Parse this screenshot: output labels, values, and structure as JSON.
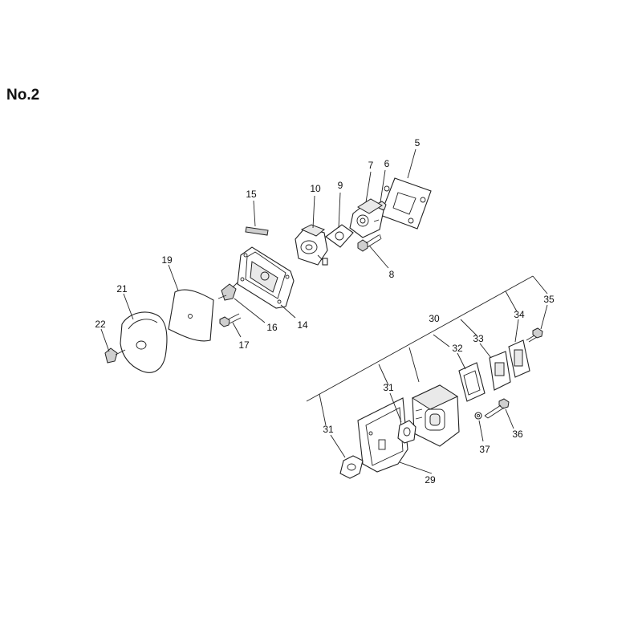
{
  "diagram": {
    "title": "No.2",
    "part_numbers": {
      "p5": "5",
      "p6": "6",
      "p7": "7",
      "p8": "8",
      "p9": "9",
      "p10": "10",
      "p14": "14",
      "p15": "15",
      "p16": "16",
      "p17": "17",
      "p19": "19",
      "p21": "21",
      "p22": "22",
      "p29": "29",
      "p30": "30",
      "p31a": "31",
      "p31b": "31",
      "p32": "32",
      "p33": "33",
      "p34": "34",
      "p35": "35",
      "p36": "36",
      "p37": "37"
    }
  }
}
